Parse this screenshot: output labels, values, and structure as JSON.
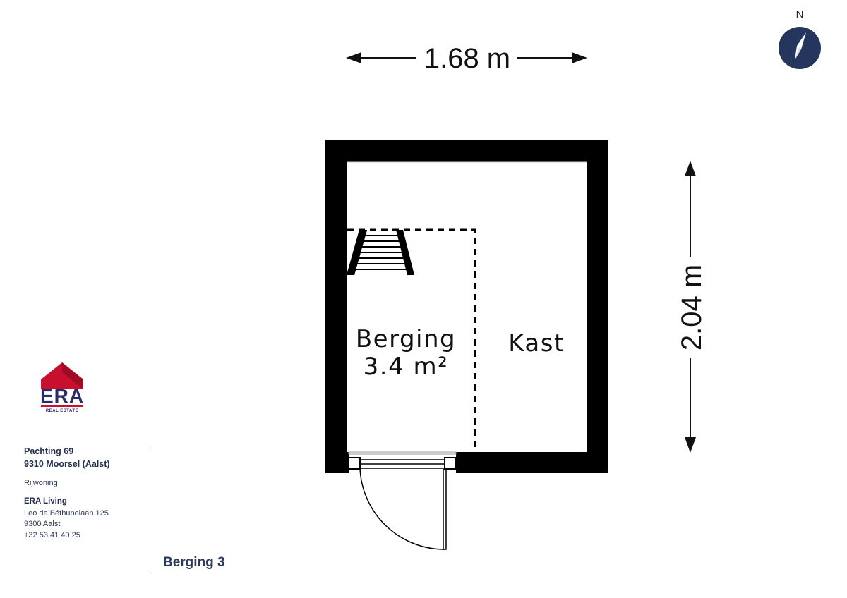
{
  "compass": {
    "label": "N"
  },
  "dimensions": {
    "width": "1.68 m",
    "height": "2.04 m"
  },
  "rooms": [
    {
      "name": "Berging",
      "area": "3.4 m²"
    },
    {
      "name": "Kast"
    }
  ],
  "logo": {
    "text": "ERA",
    "subtext": "REAL ESTATE"
  },
  "property": {
    "address_line1": "Pachting 69",
    "address_line2": "9310 Moorsel (Aalst)",
    "type": "Rijwoning"
  },
  "agency": {
    "name": "ERA Living",
    "street": "Leo de Béthunelaan 125",
    "city": "9300 Aalst",
    "phone": "+32 53 41 40 25"
  },
  "floor_name": "Berging 3",
  "colors": {
    "brand_navy": "#25304e",
    "compass_fill": "#25365e",
    "logo_red": "#c8102e",
    "logo_navy": "#2a2c6a",
    "wall": "#000000"
  }
}
